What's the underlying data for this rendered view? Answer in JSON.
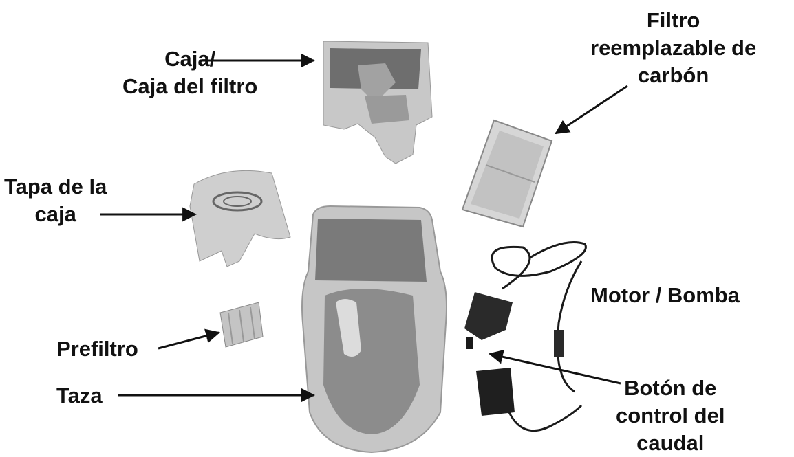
{
  "labels": {
    "housing": [
      "Caja/",
      "Caja del filtro"
    ],
    "carbon_filter": [
      "Filtro",
      "reemplazable de",
      "carbón"
    ],
    "housing_lid": [
      "Tapa de la",
      "caja"
    ],
    "motor_pump": [
      "Motor / Bomba"
    ],
    "prefilter": [
      "Prefiltro"
    ],
    "bowl": [
      "Taza"
    ],
    "flow_control": [
      "Botón de",
      "control del",
      "caudal"
    ]
  },
  "colors": {
    "text": "#111111",
    "arrow": "#111111",
    "part_light": "#d4d4d4",
    "part_mid": "#a9a9a9",
    "part_dark": "#555555",
    "cable": "#1a1a1a"
  }
}
